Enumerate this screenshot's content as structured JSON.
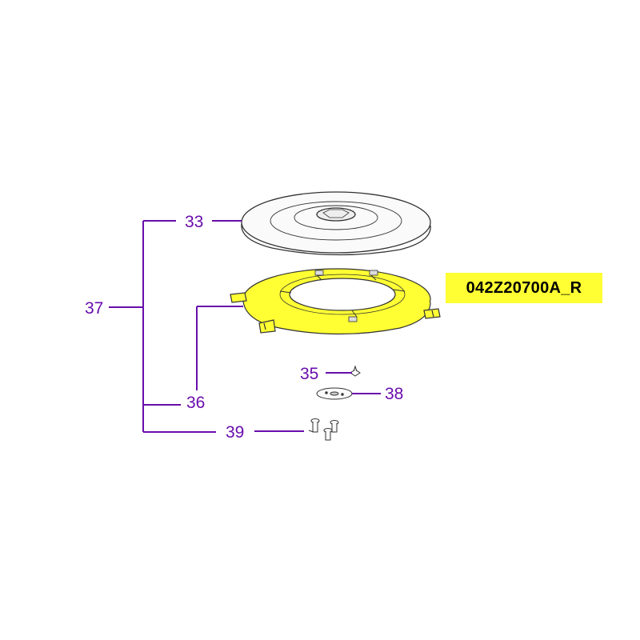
{
  "diagram": {
    "part_code": "042Z20700A_R",
    "callouts": {
      "c33": "33",
      "c35": "35",
      "c36": "36",
      "c37": "37",
      "c38": "38",
      "c39": "39"
    },
    "colors": {
      "leader": "#6a0dad",
      "highlight": "#ffff33",
      "outline": "#333333"
    }
  }
}
